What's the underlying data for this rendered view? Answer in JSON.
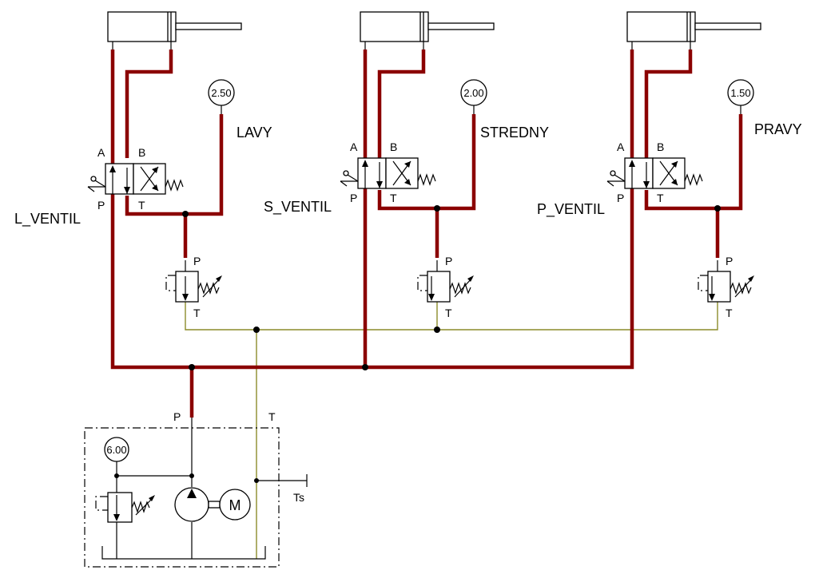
{
  "valves": [
    {
      "name": "L_VENTIL",
      "circuit": "LAVY",
      "pressure": "2.50"
    },
    {
      "name": "S_VENTIL",
      "circuit": "STREDNY",
      "pressure": "2.00"
    },
    {
      "name": "P_VENTIL",
      "circuit": "PRAVY",
      "pressure": "1.50"
    }
  ],
  "ports": {
    "a": "A",
    "b": "B",
    "p": "P",
    "t": "T"
  },
  "supply": {
    "pressure": "6.00",
    "p_label": "P",
    "t_label": "T",
    "tank_label": "Ts",
    "motor_label": "M"
  },
  "colors": {
    "pressure_line": "#8b0000",
    "return_line": "#8b8b2a"
  }
}
